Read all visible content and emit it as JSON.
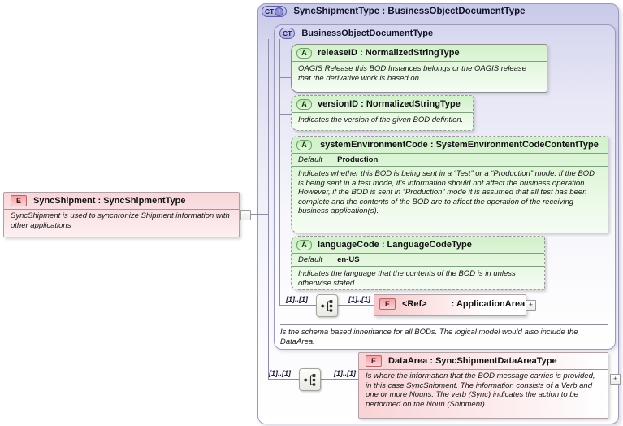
{
  "diagram": {
    "element": {
      "badge": "E",
      "title": "SyncShipment : SyncShipmentType",
      "annotation": "SyncShipment is used to synchronize Shipment information with other applications",
      "collapse_glyph": "-"
    },
    "complex_type": {
      "badge": "CT",
      "plus_glyph": "+",
      "title": "SyncShipmentType : BusinessObjectDocumentType"
    },
    "base_type": {
      "badge": "CT",
      "title": "BusinessObjectDocumentType",
      "attributes": [
        {
          "badge": "A",
          "title": "releaseID : NormalizedStringType",
          "annotation": "OAGIS Release this BOD Instances belongs or the OAGIS release that the derivative work is based on."
        },
        {
          "badge": "A",
          "title": "versionID : NormalizedStringType",
          "annotation": "Indicates the version of the given BOD defintion."
        },
        {
          "badge": "A",
          "title": "systemEnvironmentCode : SystemEnvironmentCodeContentType",
          "default_label": "Default",
          "default_value": "Production",
          "annotation": "Indicates whether this BOD is being sent in a “Test” or a “Production” mode. If the BOD is being sent in a test mode, it's information should not affect the business operation. However, if the BOD is sent in “Production” mode it is assumed that all test has been complete and the contents of the BOD are to affect the operation of the receiving business application(s)."
        },
        {
          "badge": "A",
          "title": "languageCode : LanguageCodeType",
          "default_label": "Default",
          "default_value": "en-US",
          "annotation": "Indicates the language that the contents of the BOD is in unless otherwise stated."
        }
      ],
      "occurs_left": "[1]..[1]",
      "occurs_right": "[1]..[1]",
      "ref": {
        "badge": "E",
        "name": "<Ref>",
        "type": ": ApplicationArea",
        "expand_glyph": "+"
      },
      "annotation": "Is the schema based inheritance for all BODs. The logical model would also include the DataArea."
    },
    "data_area": {
      "occurs_left": "[1]..[1]",
      "occurs_right": "[1]..[1]",
      "badge": "E",
      "title": "DataArea : SyncShipmentDataAreaType",
      "annotation": "Is where the information that the BOD message carries is provided, in this case SyncShipment. The information consists of a Verb and one or more Nouns. The verb (Sync) indicates the action to be performed on the Noun (Shipment).",
      "expand_glyph": "+"
    },
    "colors": {
      "lavender_top": "#c9c9e9",
      "green_top": "#d0f1ca",
      "pink_top": "#f8d6d9",
      "line": "#8c8ca8"
    }
  }
}
